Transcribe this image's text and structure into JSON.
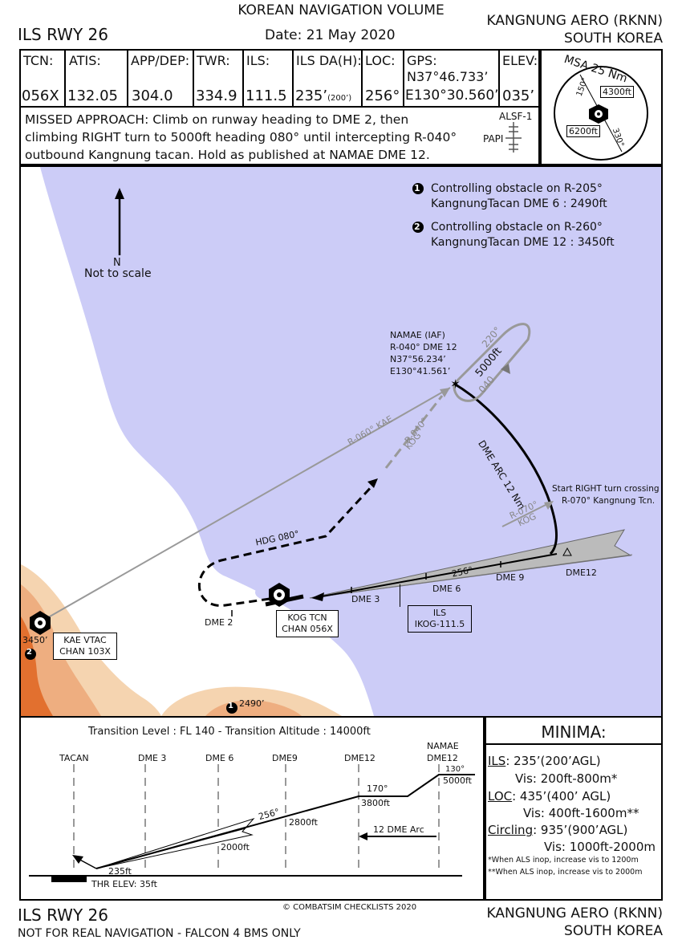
{
  "header": {
    "volume": "KOREAN NAVIGATION VOLUME",
    "date": "Date: 21 May 2020",
    "procedure": "ILS RWY 26",
    "airport": "KANGNUNG AERO (RKNN)",
    "country": "SOUTH KOREA"
  },
  "freqs": {
    "tcn_label": "TCN:",
    "tcn_value": "056X",
    "atis_label": "ATIS:",
    "atis_value": "132.05",
    "appdep_label": "APP/DEP:",
    "appdep_value": "304.0",
    "twr_label": "TWR:",
    "twr_value": "334.9",
    "ils_label": "ILS:",
    "ils_value": "111.5",
    "da_label": "ILS DA(H):",
    "da_value": "235’",
    "da_sub": "(200’)",
    "loc_label": "LOC:",
    "loc_value": "256°",
    "gps_label": "GPS:",
    "gps_lat": "N37°46.733’",
    "gps_lon": "E130°30.560’",
    "elev_label": "ELEV:",
    "elev_value": "035’"
  },
  "missed": {
    "line1": "MISSED APPROACH: Climb on runway heading to DME 2, then",
    "line2": "climbing RIGHT turn to 5000ft heading 080° until intercepting R-040°",
    "line3": "outbound Kangnung tacan. Hold as published at NAMAE DME 12.",
    "alsf": "ALSF-1",
    "papi": "PAPI"
  },
  "msa": {
    "title": "MSA 25 Nm",
    "brg1": "150°",
    "brg2": "330°",
    "alt1": "4300ft",
    "alt2": "6200ft"
  },
  "plan": {
    "north": "N",
    "scale": "Not to scale",
    "note1_num": "1",
    "note1_line1": "Controlling obstacle on R-205°",
    "note1_line2": "KangnungTacan DME 6 : 2490ft",
    "note2_num": "2",
    "note2_line1": "Controlling obstacle on R-260°",
    "note2_line2": "KangnungTacan DME 12 : 3450ft",
    "namae_1": "NAMAE (IAF)",
    "namae_2": "R-040° DME 12",
    "namae_3": "N37°56.234’",
    "namae_4": "E130°41.561’",
    "hold_in": "220°",
    "hold_alt": "5000ft",
    "hold_out": "040",
    "arc": "DME ARC 12 Nm",
    "r060": "R-060° KAE",
    "r040": "R-040°",
    "r040_kog": "KOG",
    "r070": "R-070°",
    "r070_kog": "KOG",
    "start_turn_1": "Start RIGHT turn crossing",
    "start_turn_2": "R-070° Kangnung Tcn.",
    "hdg": "HDG 080°",
    "loc_course": "256°",
    "dme2": "DME 2",
    "dme3": "DME 3",
    "dme6": "DME 6",
    "dme9": "DME 9",
    "dme12": "DME12",
    "kog_1": "KOG TCN",
    "kog_2": "CHAN 056X",
    "ils_1": "ILS",
    "ils_2": "IKOG-111.5",
    "kae_1": "KAE VTAC",
    "kae_2": "CHAN 103X",
    "obs2_alt": "3450’",
    "obs2_num": "2",
    "obs1_alt": "2490’",
    "obs1_num": "1"
  },
  "profile": {
    "transition": "Transition Level : FL 140  -  Transition Altitude : 14000ft",
    "cols": [
      "TACAN",
      "DME 3",
      "DME 6",
      "DME9",
      "DME12"
    ],
    "namae_1": "NAMAE",
    "namae_2": "DME12",
    "alt_5000": "5000ft",
    "crs_130": "130°",
    "crs_170": "170°",
    "alt_3800": "3800ft",
    "crs_256": "256°",
    "alt_2800": "2800ft",
    "alt_2000": "2000ft",
    "arc": "12 DME Arc",
    "alt_235": "235ft",
    "thr": "THR ELEV: 35ft"
  },
  "minima": {
    "title": "MINIMA:",
    "ils_lbl": "ILS",
    "ils_val": ": 235’(200’AGL)",
    "ils_vis": "Vis: 200ft-800m*",
    "loc_lbl": "LOC",
    "loc_val": ": 435’(400’ AGL)",
    "loc_vis": "Vis: 400ft-1600m**",
    "circ_lbl": "Circling",
    "circ_val": ": 935’(900’AGL)",
    "circ_vis": "Vis: 1000ft-2000m",
    "note1": "*When ALS inop, increase vis to 1200m",
    "note2": "**When ALS inop, increase vis to 2000m"
  },
  "footer": {
    "procedure": "ILS RWY 26",
    "disclaimer": "NOT FOR REAL NAVIGATION - FALCON 4 BMS ONLY",
    "copyright": "© COMBATSIM CHECKLISTS 2020",
    "airport": "KANGNUNG AERO (RKNN)",
    "country": "SOUTH KOREA"
  },
  "colors": {
    "sea": "#ccccf7",
    "land": "#ffffff",
    "terrain1": "#f5d4b0",
    "terrain2": "#eeae80",
    "terrain3": "#e2702f"
  }
}
